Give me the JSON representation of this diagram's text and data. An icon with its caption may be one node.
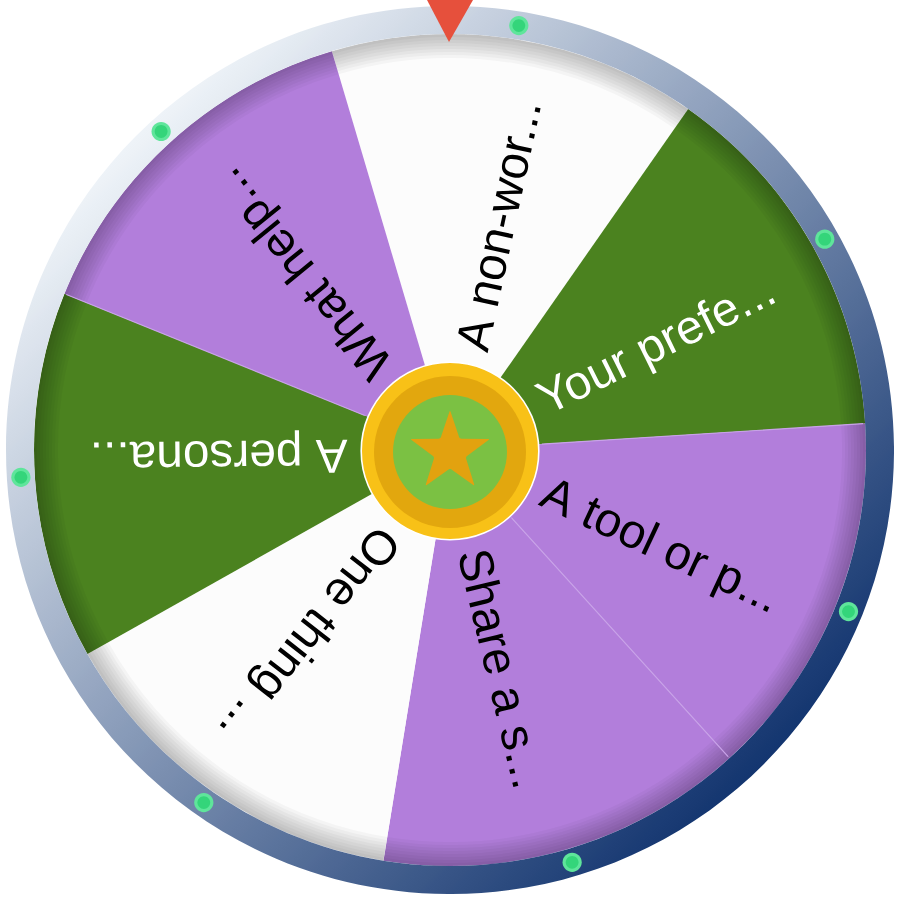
{
  "diagram": {
    "nodes": [
      {
        "text": [
          "A non-wor..."
        ]
      },
      {
        "text": [
          "Your prefe..."
        ]
      },
      {
        "text": [
          "A tool or p..."
        ]
      },
      {
        "text": [
          "Share a s..."
        ]
      },
      {
        "text": [
          "One thing ..."
        ]
      },
      {
        "text": [
          "A persona..."
        ]
      },
      {
        "text": [
          "What help..."
        ]
      }
    ]
  }
}
